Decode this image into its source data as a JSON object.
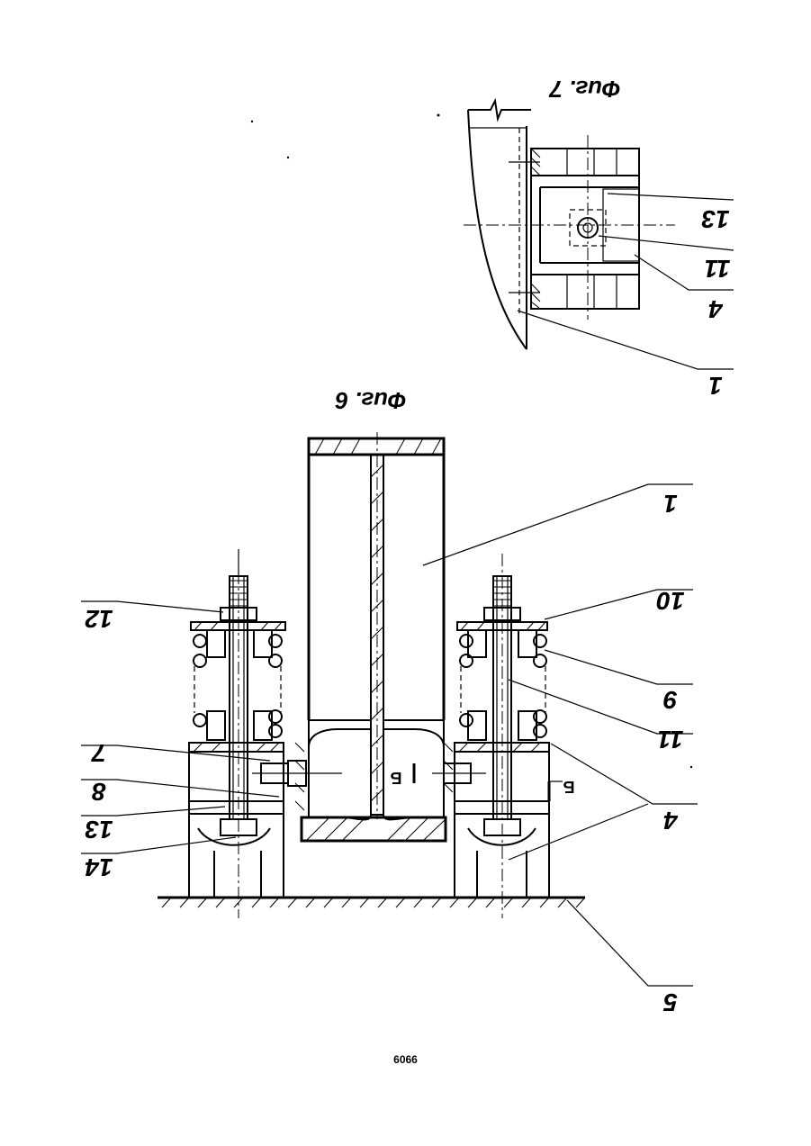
{
  "figures": {
    "fig6": "Фиг. 6",
    "fig7": "Фиг. 7"
  },
  "labels": {
    "l1_fig7": "1",
    "l4_fig7": "4",
    "l11_fig7": "11",
    "l13_fig7": "13",
    "l1": "1",
    "l10": "10",
    "l9": "9",
    "l11": "11",
    "l4": "4",
    "l5": "5",
    "l12": "12",
    "l7": "7",
    "l8": "8",
    "l13": "13",
    "l14": "14",
    "section_b": "Б",
    "section_b2": "Б"
  },
  "footer": "6066"
}
